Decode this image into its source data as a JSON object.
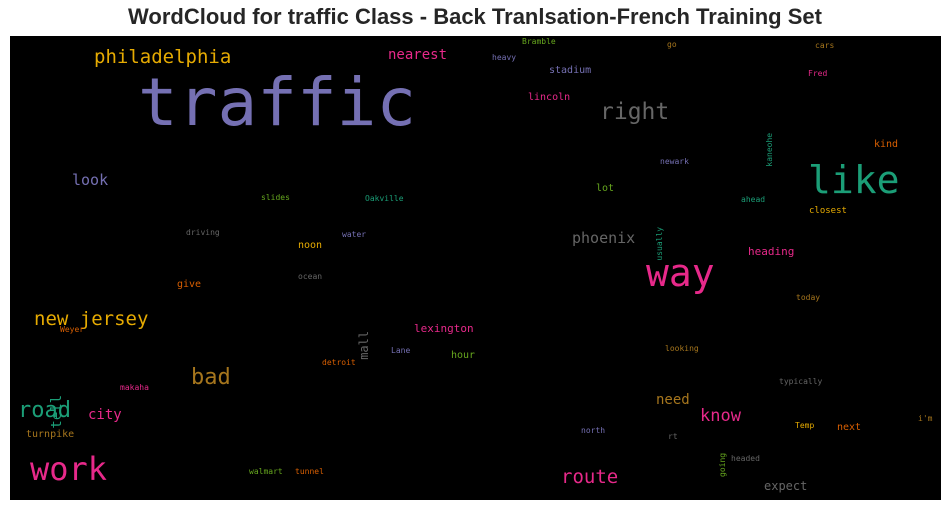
{
  "chart_data": {
    "type": "wordcloud",
    "title": "WordCloud for traffic Class - Back Tranlsation-French Training Set",
    "background": "#000000",
    "words": [
      {
        "text": "traffic",
        "color": "#7570b3",
        "weight": 100
      },
      {
        "text": "way",
        "color": "#e7298a",
        "weight": 56
      },
      {
        "text": "like",
        "color": "#1b9e77",
        "weight": 56
      },
      {
        "text": "work",
        "color": "#e7298a",
        "weight": 46
      },
      {
        "text": "right",
        "color": "#666666",
        "weight": 34
      },
      {
        "text": "bad",
        "color": "#a6761d",
        "weight": 32
      },
      {
        "text": "road",
        "color": "#1b9e77",
        "weight": 32
      },
      {
        "text": "philadelphia",
        "color": "#e6ab02",
        "weight": 28
      },
      {
        "text": "new jersey",
        "color": "#e6ab02",
        "weight": 28
      },
      {
        "text": "route",
        "color": "#e7298a",
        "weight": 28
      },
      {
        "text": "know",
        "color": "#e7298a",
        "weight": 26
      },
      {
        "text": "look",
        "color": "#7570b3",
        "weight": 22
      },
      {
        "text": "phoenix",
        "color": "#666666",
        "weight": 22
      },
      {
        "text": "nearest",
        "color": "#e7298a",
        "weight": 21
      },
      {
        "text": "tell",
        "color": "#1b9e77",
        "weight": 21
      },
      {
        "text": "city",
        "color": "#e7298a",
        "weight": 21
      },
      {
        "text": "need",
        "color": "#a6761d",
        "weight": 21
      },
      {
        "text": "mall",
        "color": "#666666",
        "weight": 17
      },
      {
        "text": "expect",
        "color": "#666666",
        "weight": 17
      },
      {
        "text": "lexington",
        "color": "#e7298a",
        "weight": 15
      },
      {
        "text": "heading",
        "color": "#e7298a",
        "weight": 15
      },
      {
        "text": "stadium",
        "color": "#7570b3",
        "weight": 14
      },
      {
        "text": "lincoln",
        "color": "#e7298a",
        "weight": 14
      },
      {
        "text": "kind",
        "color": "#d95f02",
        "weight": 14
      },
      {
        "text": "lot",
        "color": "#66a61e",
        "weight": 14
      },
      {
        "text": "noon",
        "color": "#e6ab02",
        "weight": 14
      },
      {
        "text": "hour",
        "color": "#66a61e",
        "weight": 14
      },
      {
        "text": "next",
        "color": "#d95f02",
        "weight": 14
      },
      {
        "text": "turnpike",
        "color": "#a6761d",
        "weight": 13
      },
      {
        "text": "give",
        "color": "#d95f02",
        "weight": 13
      },
      {
        "text": "closest",
        "color": "#e6ab02",
        "weight": 12
      },
      {
        "text": "slides",
        "color": "#66a61e",
        "weight": 11
      },
      {
        "text": "Oakville",
        "color": "#1b9e77",
        "weight": 11
      },
      {
        "text": "driving",
        "color": "#666666",
        "weight": 11
      },
      {
        "text": "water",
        "color": "#7570b3",
        "weight": 11
      },
      {
        "text": "ahead",
        "color": "#1b9e77",
        "weight": 11
      },
      {
        "text": "newark",
        "color": "#7570b3",
        "weight": 11
      },
      {
        "text": "usually",
        "color": "#1b9e77",
        "weight": 11
      },
      {
        "text": "kaneohe",
        "color": "#1b9e77",
        "weight": 10
      },
      {
        "text": "today",
        "color": "#a6761d",
        "weight": 10
      },
      {
        "text": "looking",
        "color": "#a6761d",
        "weight": 10
      },
      {
        "text": "typically",
        "color": "#666666",
        "weight": 10
      },
      {
        "text": "north",
        "color": "#7570b3",
        "weight": 10
      },
      {
        "text": "rt",
        "color": "#666666",
        "weight": 10
      },
      {
        "text": "going",
        "color": "#66a61e",
        "weight": 10
      },
      {
        "text": "Temp",
        "color": "#e6ab02",
        "weight": 10
      },
      {
        "text": "i'm",
        "color": "#a6761d",
        "weight": 10
      },
      {
        "text": "headed",
        "color": "#666666",
        "weight": 10
      },
      {
        "text": "walmart",
        "color": "#66a61e",
        "weight": 10
      },
      {
        "text": "tunnel",
        "color": "#d95f02",
        "weight": 10
      },
      {
        "text": "detroit",
        "color": "#d95f02",
        "weight": 10
      },
      {
        "text": "Lane",
        "color": "#7570b3",
        "weight": 10
      },
      {
        "text": "makaha",
        "color": "#e7298a",
        "weight": 10
      },
      {
        "text": "Weyer",
        "color": "#d95f02",
        "weight": 10
      },
      {
        "text": "ocean",
        "color": "#666666",
        "weight": 10
      },
      {
        "text": "heavy",
        "color": "#7570b3",
        "weight": 10
      },
      {
        "text": "Bramble",
        "color": "#66a61e",
        "weight": 10
      },
      {
        "text": "go",
        "color": "#a6761d",
        "weight": 10
      },
      {
        "text": "cars",
        "color": "#a6761d",
        "weight": 10
      },
      {
        "text": "Fred",
        "color": "#e7298a",
        "weight": 10
      }
    ]
  }
}
